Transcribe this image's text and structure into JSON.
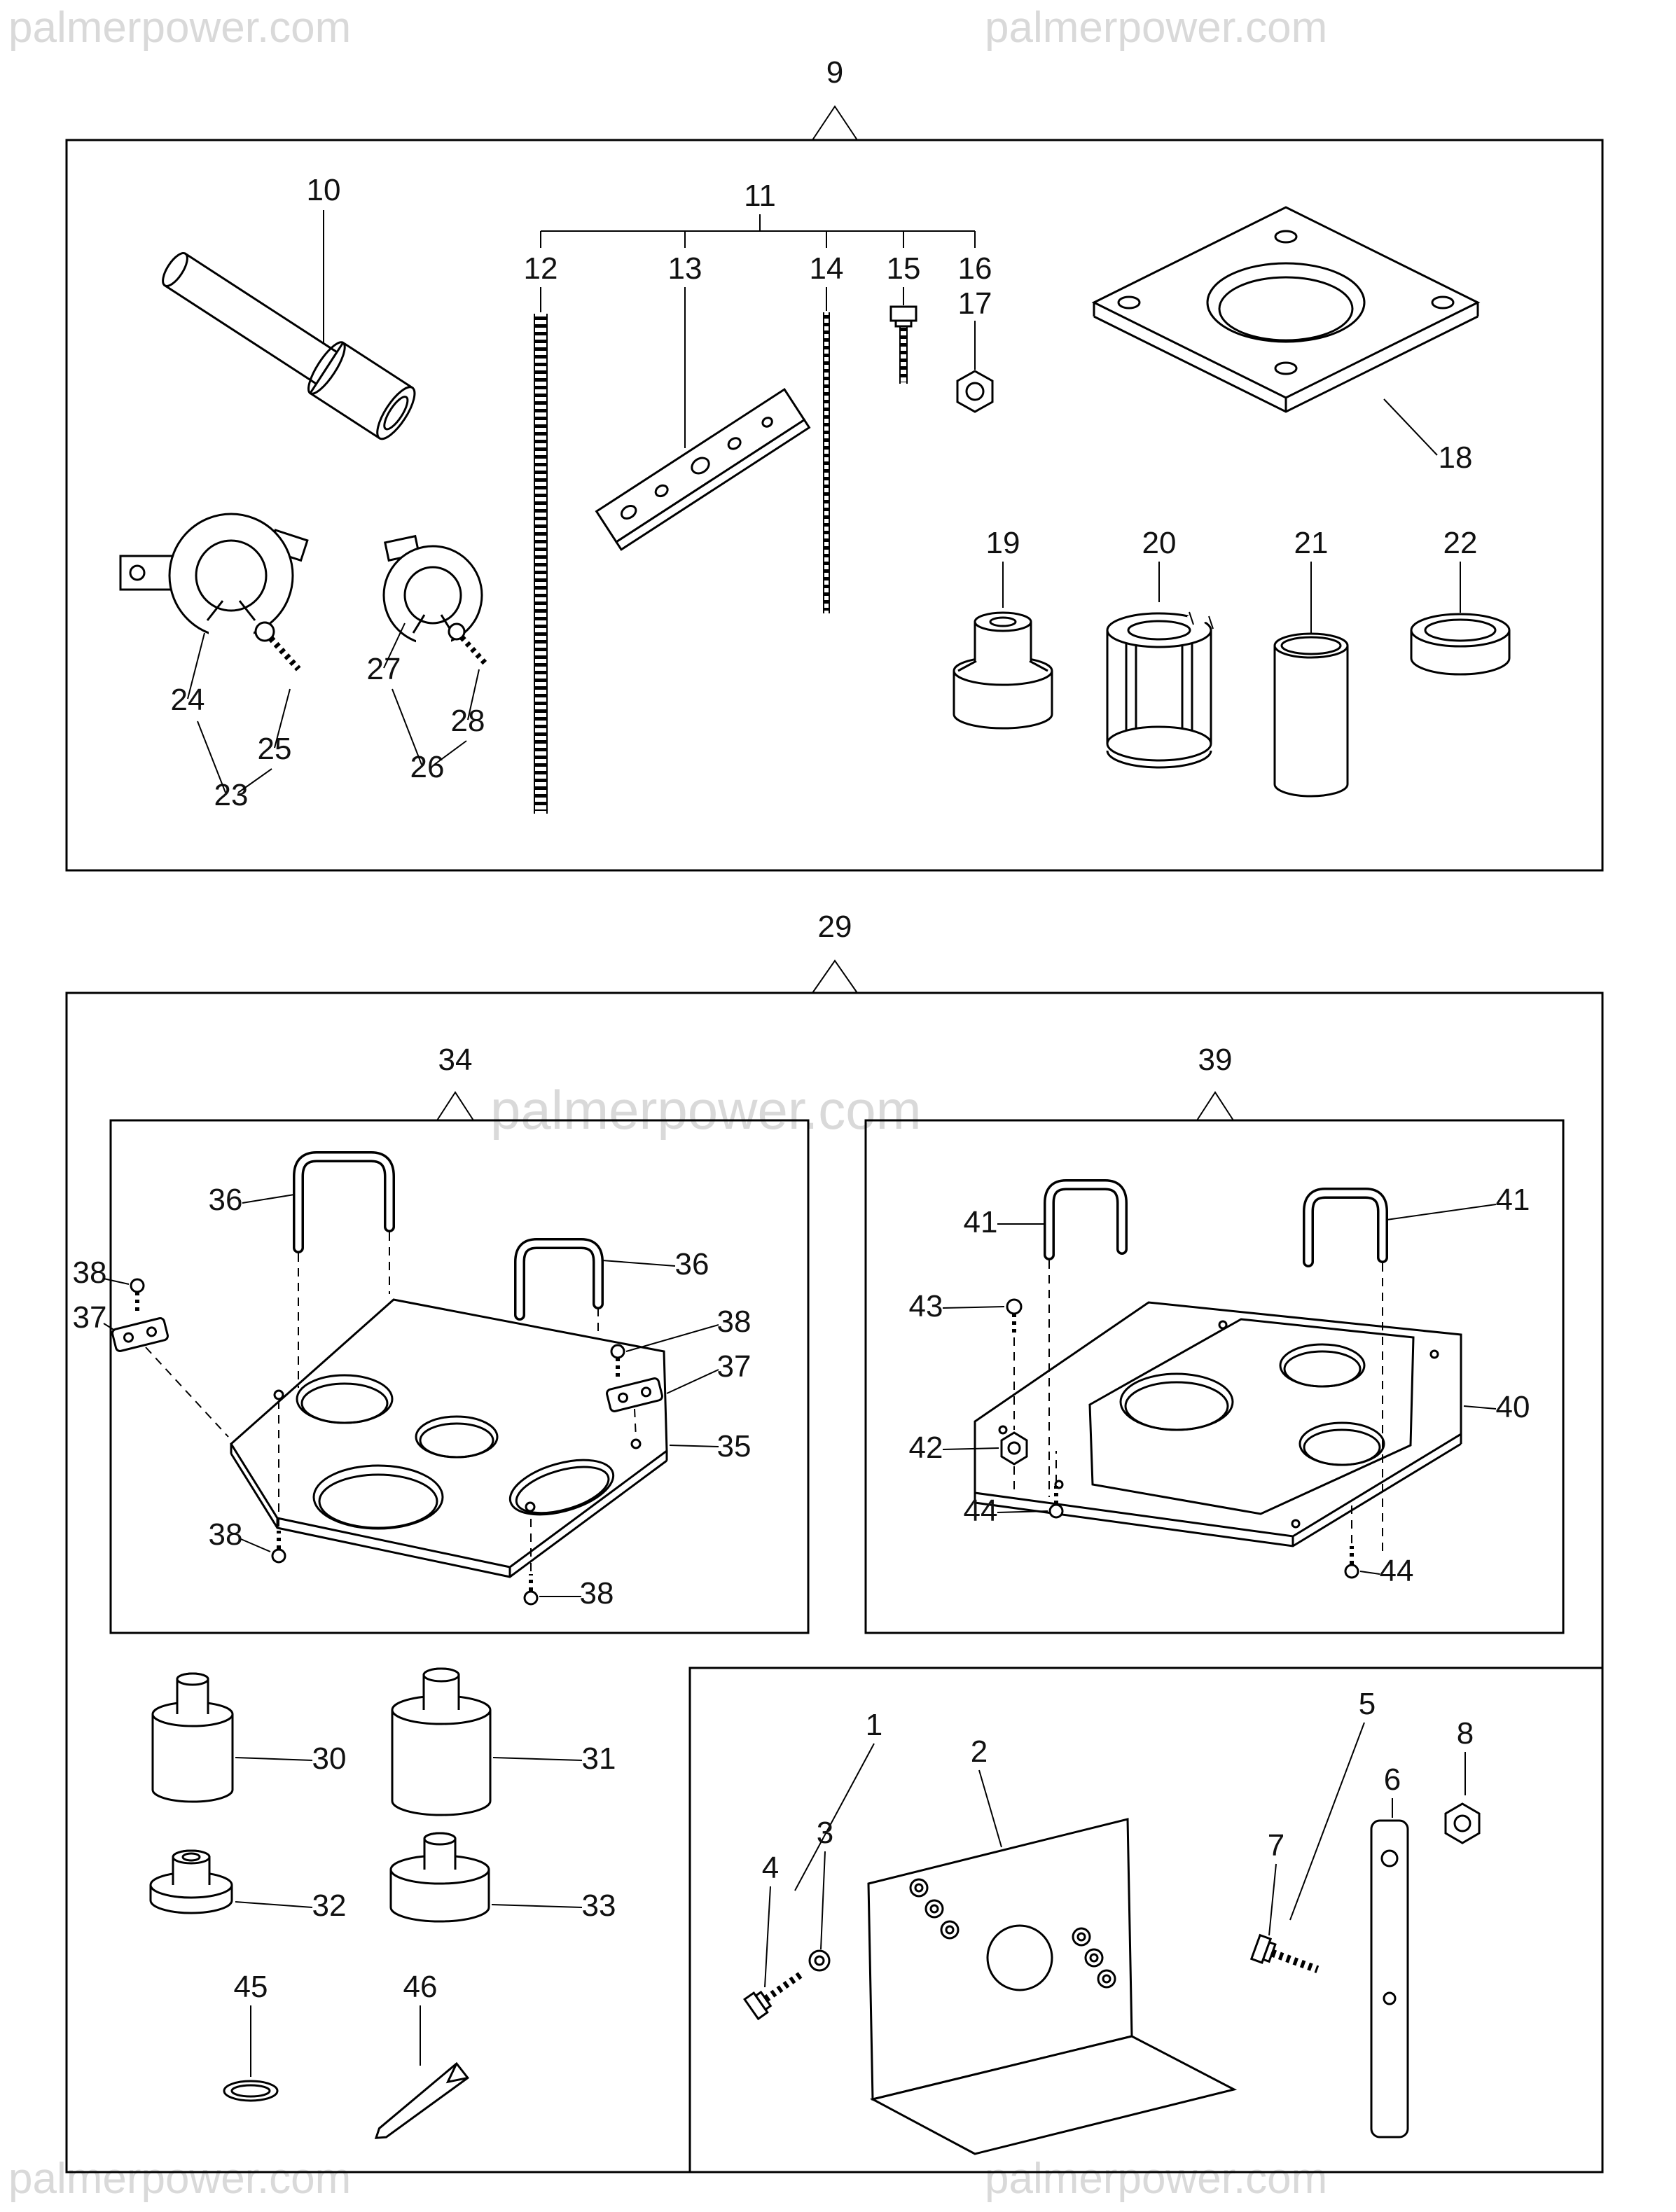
{
  "watermark": {
    "text": "palmerpower.com"
  },
  "colors": {
    "ink": "#000000",
    "watermark": "#d9d9d9",
    "background": "#ffffff"
  },
  "part_numbers": {
    "n1": "1",
    "n2": "2",
    "n3": "3",
    "n4": "4",
    "n5": "5",
    "n6": "6",
    "n7": "7",
    "n8": "8",
    "n9": "9",
    "n10": "10",
    "n11": "11",
    "n12": "12",
    "n13": "13",
    "n14": "14",
    "n15": "15",
    "n16": "16",
    "n17": "17",
    "n18": "18",
    "n19": "19",
    "n20": "20",
    "n21": "21",
    "n22": "22",
    "n23": "23",
    "n24": "24",
    "n25": "25",
    "n26": "26",
    "n27": "27",
    "n28": "28",
    "n29": "29",
    "n30": "30",
    "n31": "31",
    "n32": "32",
    "n33": "33",
    "n34": "34",
    "n35": "35",
    "n36": "36",
    "n37": "37",
    "n38": "38",
    "n39": "39",
    "n40": "40",
    "n41": "41",
    "n42": "42",
    "n43": "43",
    "n44": "44",
    "n45": "45",
    "n46": "46"
  }
}
